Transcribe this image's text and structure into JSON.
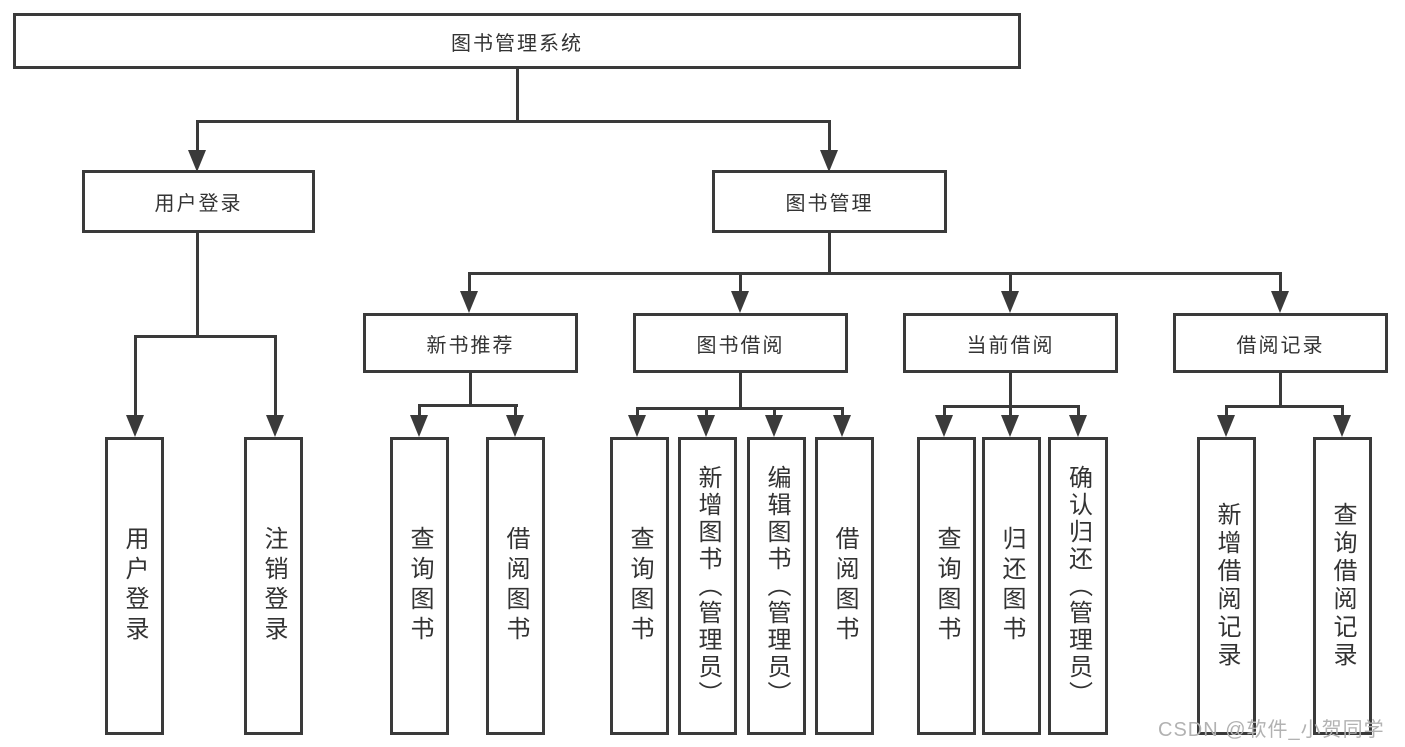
{
  "tree": {
    "root": "图书管理系统",
    "branches": [
      {
        "label": "用户登录",
        "children": [
          "用户登录",
          "注销登录"
        ]
      },
      {
        "label": "图书管理",
        "children": [
          {
            "label": "新书推荐",
            "children": [
              "查询图书",
              "借阅图书"
            ]
          },
          {
            "label": "图书借阅",
            "children": [
              "查询图书",
              "新增图书（管理员）",
              "编辑图书（管理员）",
              "借阅图书"
            ]
          },
          {
            "label": "当前借阅",
            "children": [
              "查询图书",
              "归还图书",
              "确认归还（管理员）"
            ]
          },
          {
            "label": "借阅记录",
            "children": [
              "新增借阅记录",
              "查询借阅记录"
            ]
          }
        ]
      }
    ]
  },
  "watermark": {
    "text": "CSDN @软件_小贺同学"
  },
  "colors": {
    "line": "#3a3a3a",
    "text": "#333333",
    "watermark": "#b2b2b2",
    "background": "#ffffff"
  }
}
